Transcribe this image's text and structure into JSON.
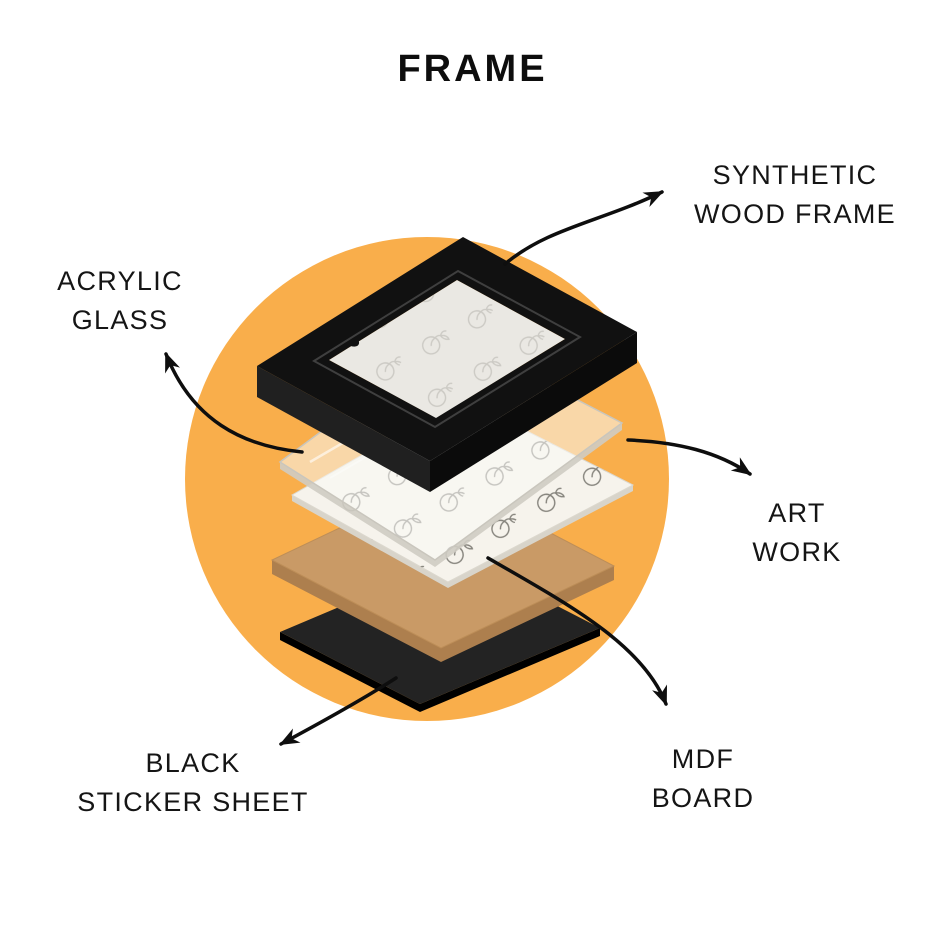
{
  "title": "FRAME",
  "labels": {
    "synthetic_wood_frame": {
      "line1": "SYNTHETIC",
      "line2": "WOOD FRAME"
    },
    "acrylic_glass": {
      "line1": "ACRYLIC",
      "line2": "GLASS"
    },
    "art_work": {
      "line1": "ART",
      "line2": "WORK"
    },
    "mdf_board": {
      "line1": "MDF",
      "line2": "BOARD"
    },
    "black_sticker_sheet": {
      "line1": "BLACK",
      "line2": "STICKER SHEET"
    }
  },
  "colors": {
    "background": "#ffffff",
    "accent_circle": "#F9AE4B",
    "frame_black": "#111111",
    "frame_side_left": "#202020",
    "frame_side_right": "#0b0b0b",
    "mat_white": "#eae8e3",
    "glass_fill": "rgba(250,249,245,0.55)",
    "glass_edge": "#cfccc3",
    "artwork_paper": "#f6f3ec",
    "artwork_edge": "#d8d4ca",
    "pattern_ink": "#85837c",
    "mdf_top": "#C99A66",
    "mdf_side": "#ad7f4e",
    "sticker_top": "#232323",
    "sticker_side": "#000000",
    "arrow": "#0e0e0e",
    "text": "#151515"
  },
  "layers": [
    {
      "name": "Synthetic wood frame"
    },
    {
      "name": "Acrylic glass"
    },
    {
      "name": "Art work"
    },
    {
      "name": "MDF board"
    },
    {
      "name": "Black sticker sheet"
    }
  ]
}
